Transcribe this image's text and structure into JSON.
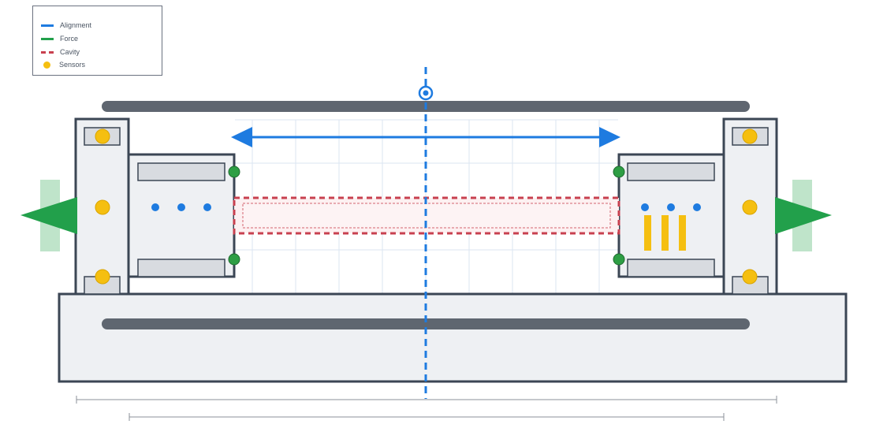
{
  "legend": {
    "items": [
      {
        "label": "Alignment",
        "kind": "line",
        "color": "#1e7be0"
      },
      {
        "label": "Force",
        "kind": "line",
        "color": "#22a04b"
      },
      {
        "label": "Cavity",
        "kind": "dash",
        "color": "#c8404f"
      },
      {
        "label": "Sensors",
        "kind": "dot",
        "color": "#f5bf10"
      }
    ]
  },
  "colors": {
    "frame_stroke": "#3b4654",
    "panel_fill": "#eef0f3",
    "rail": "#5f6670",
    "alignment": "#1e7be0",
    "force": "#22a04b",
    "force_pad": "#bfe4ca",
    "cavity": "#c8404f",
    "cavity_fill": "#fdf0f1",
    "sensor": "#f5bf10",
    "connector": "#2e9e44",
    "grid": "#dbe6f2",
    "dimension": "#8b9099"
  },
  "icons": [
    "alignment-target-icon",
    "double-arrow-icon",
    "force-arrow-icon",
    "sensor-icon"
  ]
}
